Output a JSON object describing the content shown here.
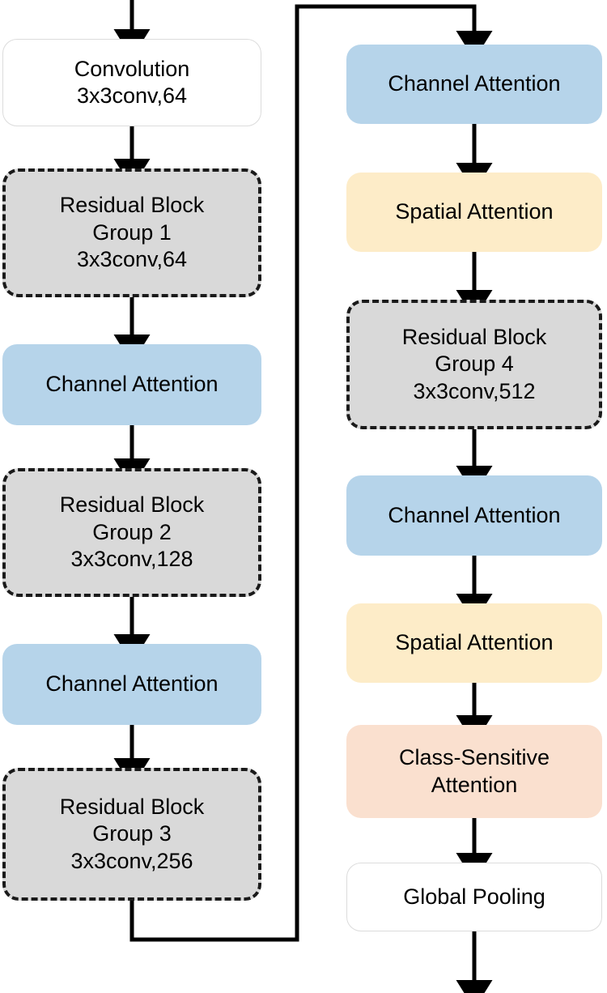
{
  "diagram": {
    "title": "Network architecture flow diagram",
    "colors": {
      "blue_attention": "#b6d4ea",
      "yellow_attention": "#fdecc8",
      "peach_attention": "#fae0cf",
      "residual_group_fill": "#d9d9d9",
      "residual_group_border": "#1a1a1a",
      "plain_box_border": "#dcdcdc",
      "arrow": "#000000",
      "background": "#ffffff"
    }
  },
  "left_column": {
    "nodes": [
      {
        "id": "convolution",
        "style": "plain",
        "line1": "Convolution",
        "line2": "3x3conv,64",
        "line3": ""
      },
      {
        "id": "residual-group-1",
        "style": "dashed",
        "line1": "Residual Block",
        "line2": "Group 1",
        "line3": "3x3conv,64"
      },
      {
        "id": "channel-attention-1",
        "style": "blue",
        "line1": "Channel Attention",
        "line2": "",
        "line3": ""
      },
      {
        "id": "residual-group-2",
        "style": "dashed",
        "line1": "Residual Block",
        "line2": "Group 2",
        "line3": "3x3conv,128"
      },
      {
        "id": "channel-attention-2",
        "style": "blue",
        "line1": "Channel Attention",
        "line2": "",
        "line3": ""
      },
      {
        "id": "residual-group-3",
        "style": "dashed",
        "line1": "Residual Block",
        "line2": "Group 3",
        "line3": "3x3conv,256"
      }
    ]
  },
  "right_column": {
    "nodes": [
      {
        "id": "channel-attention-3",
        "style": "blue",
        "line1": "Channel Attention",
        "line2": "",
        "line3": ""
      },
      {
        "id": "spatial-attention-1",
        "style": "yellow",
        "line1": "Spatial Attention",
        "line2": "",
        "line3": ""
      },
      {
        "id": "residual-group-4",
        "style": "dashed",
        "line1": "Residual Block",
        "line2": "Group 4",
        "line3": "3x3conv,512"
      },
      {
        "id": "channel-attention-4",
        "style": "blue",
        "line1": "Channel Attention",
        "line2": "",
        "line3": ""
      },
      {
        "id": "spatial-attention-2",
        "style": "yellow",
        "line1": "Spatial Attention",
        "line2": "",
        "line3": ""
      },
      {
        "id": "class-sensitive-attention",
        "style": "peach",
        "line1": "Class-Sensitive",
        "line2": "Attention",
        "line3": ""
      },
      {
        "id": "global-pooling",
        "style": "plain",
        "line1": "Global Pooling",
        "line2": "",
        "line3": ""
      }
    ]
  },
  "connections": {
    "input_arrow": "arrow-into-convolution",
    "skip_connection": "residual-group-3-to-channel-attention-3",
    "output_arrow": "arrow-out-of-global-pooling"
  }
}
